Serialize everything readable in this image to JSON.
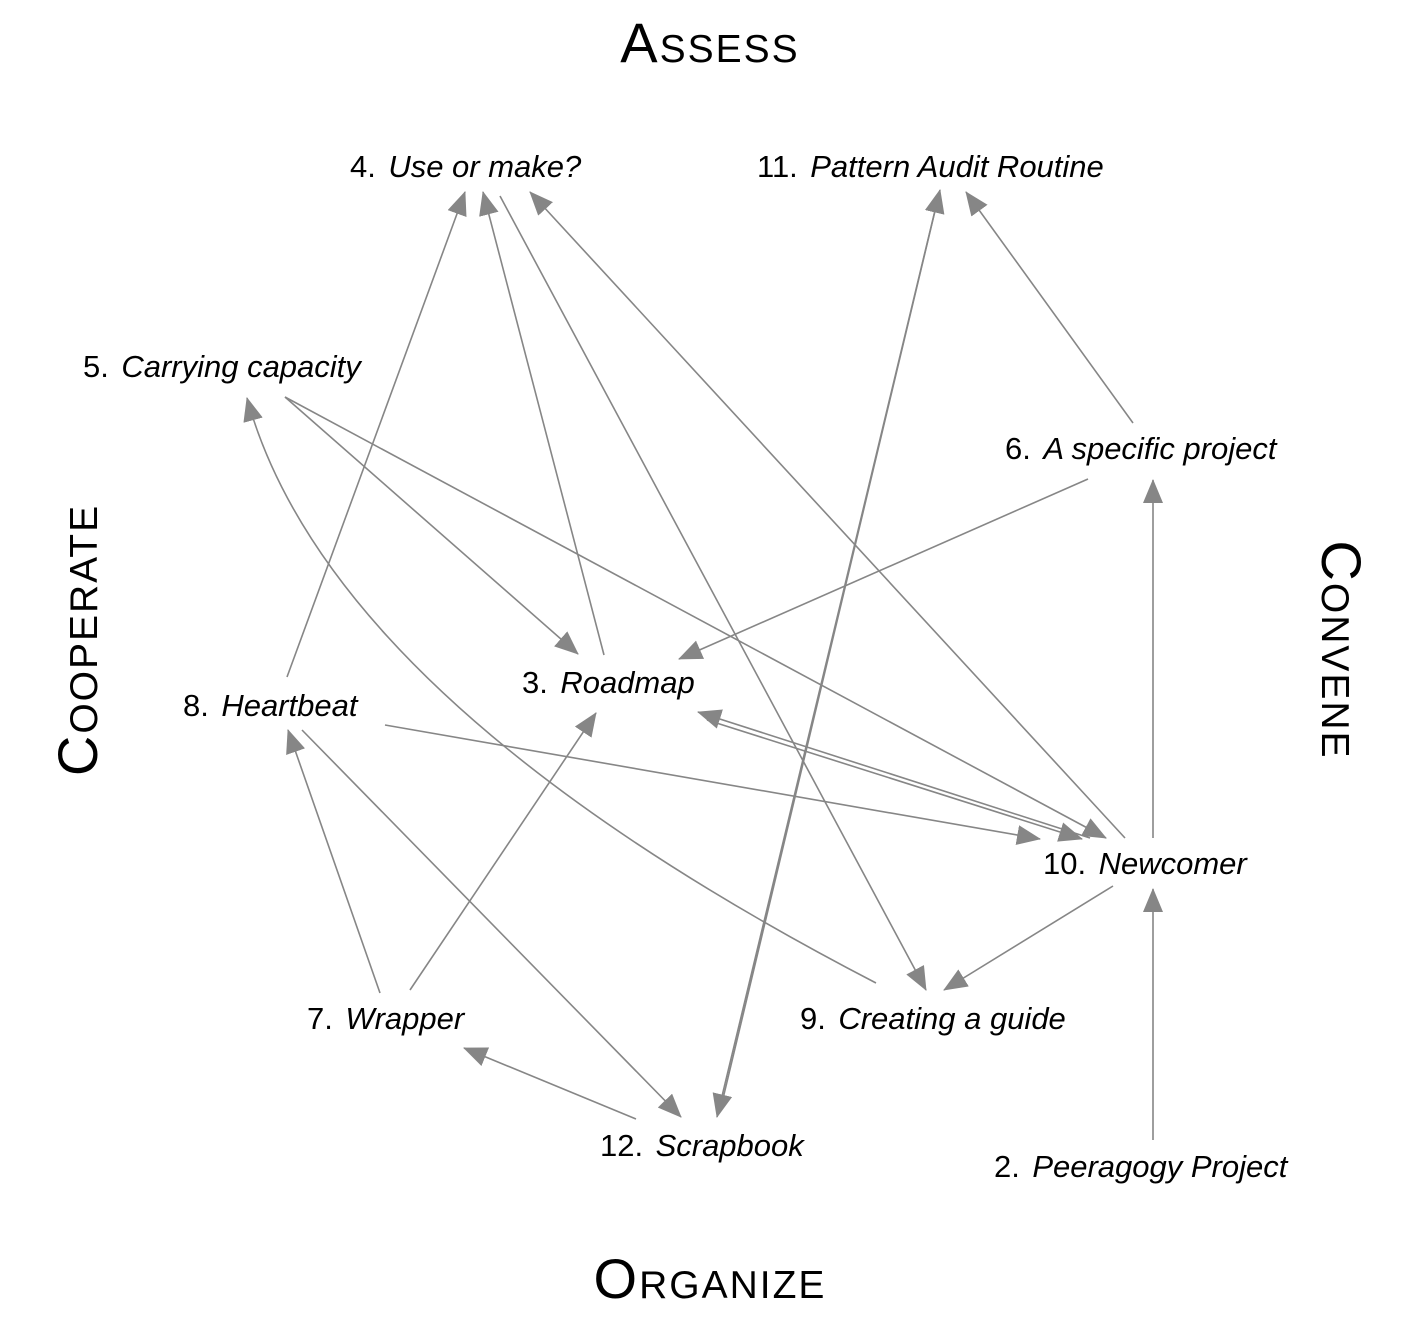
{
  "sections": {
    "top": "Assess",
    "left": "Cooperate",
    "right": "Convene",
    "bottom": "Organize"
  },
  "nodes": [
    {
      "id": "n4",
      "num": "4.",
      "name": "Use or make?"
    },
    {
      "id": "n11",
      "num": "11.",
      "name": "Pattern Audit Routine"
    },
    {
      "id": "n5",
      "num": "5.",
      "name": "Carrying capacity"
    },
    {
      "id": "n6",
      "num": "6.",
      "name": "A specific project"
    },
    {
      "id": "n3",
      "num": "3.",
      "name": "Roadmap"
    },
    {
      "id": "n8",
      "num": "8.",
      "name": "Heartbeat"
    },
    {
      "id": "n10",
      "num": "10.",
      "name": "Newcomer"
    },
    {
      "id": "n7",
      "num": "7.",
      "name": "Wrapper"
    },
    {
      "id": "n9",
      "num": "9.",
      "name": "Creating a guide"
    },
    {
      "id": "n12",
      "num": "12.",
      "name": "Scrapbook"
    },
    {
      "id": "n2",
      "num": "2.",
      "name": "Peeragogy Project"
    }
  ],
  "edges": [
    {
      "from": "n8",
      "to": "n4"
    },
    {
      "from": "n3",
      "to": "n4"
    },
    {
      "from": "n10",
      "to": "n4"
    },
    {
      "from": "n4",
      "to": "n9"
    },
    {
      "from": "n6",
      "to": "n11"
    },
    {
      "from": "n12",
      "to": "n11"
    },
    {
      "from": "n11",
      "to": "n12"
    },
    {
      "from": "n5",
      "to": "n3"
    },
    {
      "from": "n5",
      "to": "n10"
    },
    {
      "from": "n9",
      "to": "n5"
    },
    {
      "from": "n6",
      "to": "n3"
    },
    {
      "from": "n10",
      "to": "n6"
    },
    {
      "from": "n2",
      "to": "n10"
    },
    {
      "from": "n10",
      "to": "n3"
    },
    {
      "from": "n3",
      "to": "n10"
    },
    {
      "from": "n8",
      "to": "n10"
    },
    {
      "from": "n10",
      "to": "n9"
    },
    {
      "from": "n7",
      "to": "n8"
    },
    {
      "from": "n7",
      "to": "n3"
    },
    {
      "from": "n8",
      "to": "n12"
    },
    {
      "from": "n12",
      "to": "n7"
    }
  ],
  "colors": {
    "edge": "#868686",
    "text": "#000000",
    "background": "#ffffff"
  }
}
